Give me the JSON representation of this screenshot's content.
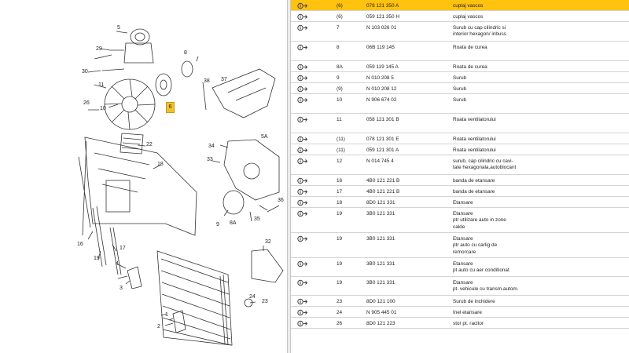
{
  "diagram": {
    "callouts": [
      {
        "text": "5"
      },
      {
        "text": "29"
      },
      {
        "text": "8"
      },
      {
        "text": "30"
      },
      {
        "text": "38"
      },
      {
        "text": "37"
      },
      {
        "text": "11"
      },
      {
        "text": "10"
      },
      {
        "text": "26"
      },
      {
        "text": "22"
      },
      {
        "text": "5A"
      },
      {
        "text": "34"
      },
      {
        "text": "33"
      },
      {
        "text": "18"
      },
      {
        "text": "9"
      },
      {
        "text": "8A"
      },
      {
        "text": "35"
      },
      {
        "text": "36"
      },
      {
        "text": "16"
      },
      {
        "text": "19"
      },
      {
        "text": "17"
      },
      {
        "text": "32"
      },
      {
        "text": "4"
      },
      {
        "text": "3"
      },
      {
        "text": "24"
      },
      {
        "text": "23"
      },
      {
        "text": "1"
      },
      {
        "text": "2"
      }
    ],
    "marker_label": "6"
  },
  "colors": {
    "accent": "#ffc20e",
    "link_icon": "#444444"
  },
  "parts": [
    {
      "icon": "info-arrow-icon",
      "pos": "(6)",
      "part": "078 121 350 A",
      "desc": "cuplaj vascos",
      "selected": true
    },
    {
      "icon": "info-arrow-icon",
      "pos": "(6)",
      "part": "059 121 350 H",
      "desc": "cuplaj vascos"
    },
    {
      "icon": "info-arrow-icon",
      "pos": "7",
      "part": "N 103 026 01",
      "desc": "Surub cu cap cilindric si\ninterior hexagon/ inbuss"
    },
    {
      "icon": "info-arrow-icon",
      "pos": "8",
      "part": "06B 119 145",
      "desc": "Roata de curea"
    },
    {
      "icon": "info-arrow-icon",
      "pos": "8A",
      "part": "059 119 145 A",
      "desc": "Roata de curea"
    },
    {
      "icon": "info-arrow-icon",
      "pos": "9",
      "part": "N 010 208 5",
      "desc": "Surub"
    },
    {
      "icon": "info-arrow-icon",
      "pos": "(9)",
      "part": "N 010 208 12",
      "desc": "Surub"
    },
    {
      "icon": "info-arrow-icon",
      "pos": "10",
      "part": "N 906 674 02",
      "desc": "Surub"
    },
    {
      "icon": "info-arrow-icon",
      "pos": "11",
      "part": "058 121 301 B",
      "desc": "Roata ventilatorului"
    },
    {
      "icon": "info-arrow-icon",
      "pos": "(11)",
      "part": "078 121 301 E",
      "desc": "Roata ventilatorului"
    },
    {
      "icon": "info-arrow-icon",
      "pos": "(11)",
      "part": "059 121 301 A",
      "desc": "Roata ventilatorului"
    },
    {
      "icon": "info-arrow-icon",
      "pos": "12",
      "part": "N 014 745 4",
      "desc": "surub, cap cilindric cu cavi-\ntate hexagonala,autoblocant"
    },
    {
      "icon": "info-arrow-icon",
      "pos": "16",
      "part": "4B0 121 221 B",
      "desc": "banda de etansare"
    },
    {
      "icon": "info-arrow-icon",
      "pos": "17",
      "part": "4B0 121 221 B",
      "desc": "banda de etansare"
    },
    {
      "icon": "info-arrow-icon",
      "pos": "18",
      "part": "8D0 121 331",
      "desc": "Etansare"
    },
    {
      "icon": "info-arrow-icon",
      "pos": "19",
      "part": "3B0 121 331",
      "desc": "Etansare\nptr utilizare auto in zone\ncalde"
    },
    {
      "icon": "info-arrow-icon",
      "pos": "19",
      "part": "3B0 121 331",
      "desc": "Etansare\nptr auto cu carlig de\nremorcare"
    },
    {
      "icon": "info-arrow-icon",
      "pos": "19",
      "part": "3B0 121 331",
      "desc": "Etansare\npt auto cu aer conditionat"
    },
    {
      "icon": "info-arrow-icon",
      "pos": "19",
      "part": "3B0 121 331",
      "desc": "Etansare\npt. vehicule cu transm.autom."
    },
    {
      "icon": "info-arrow-icon",
      "pos": "23",
      "part": "8D0 121 100",
      "desc": "Surub de inchidere"
    },
    {
      "icon": "info-arrow-icon",
      "pos": "24",
      "part": "N 905 445 01",
      "desc": "Inel etansare"
    },
    {
      "icon": "info-arrow-icon",
      "pos": "26",
      "part": "8D0 121 223",
      "desc": "stor pt. racitor"
    }
  ]
}
